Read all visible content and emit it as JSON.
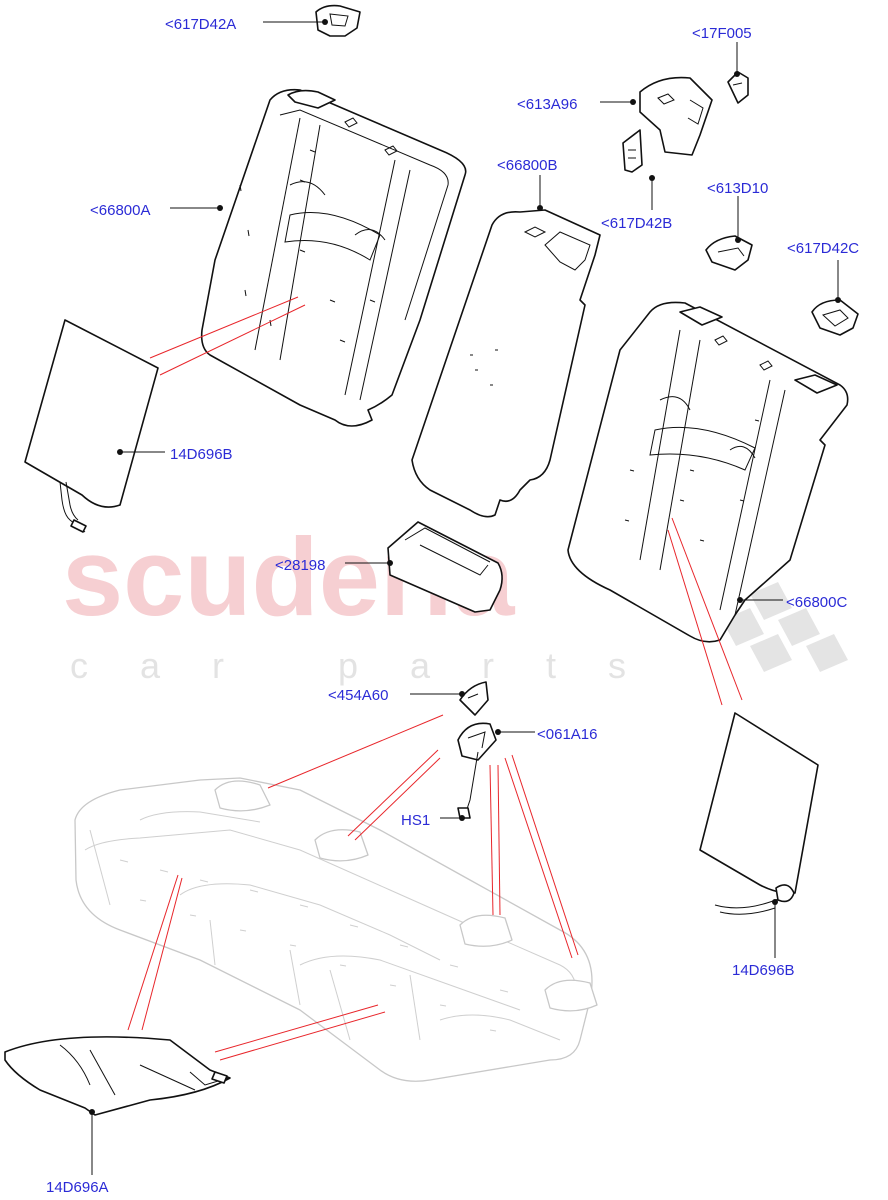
{
  "watermark": {
    "brand": "scuderia",
    "tagline": "car parts"
  },
  "labels": {
    "l_617D42A": "<617D42A",
    "l_17F005": "<17F005",
    "l_613A96": "<613A96",
    "l_66800B": "<66800B",
    "l_66800A": "<66800A",
    "l_617D42B": "<617D42B",
    "l_613D10": "<613D10",
    "l_617D42C": "<617D42C",
    "l_14D696B_top": "14D696B",
    "l_28198": "<28198",
    "l_66800C": "<66800C",
    "l_454A60": "<454A60",
    "l_061A16": "<061A16",
    "l_HS1": "HS1",
    "l_14D696B_bottom": "14D696B",
    "l_14D696A": "14D696A"
  },
  "colors": {
    "label": "#2b2bd6",
    "callout_line": "#e8262b",
    "outline": "#111111",
    "ghost_outline": "#c8c8c8"
  }
}
